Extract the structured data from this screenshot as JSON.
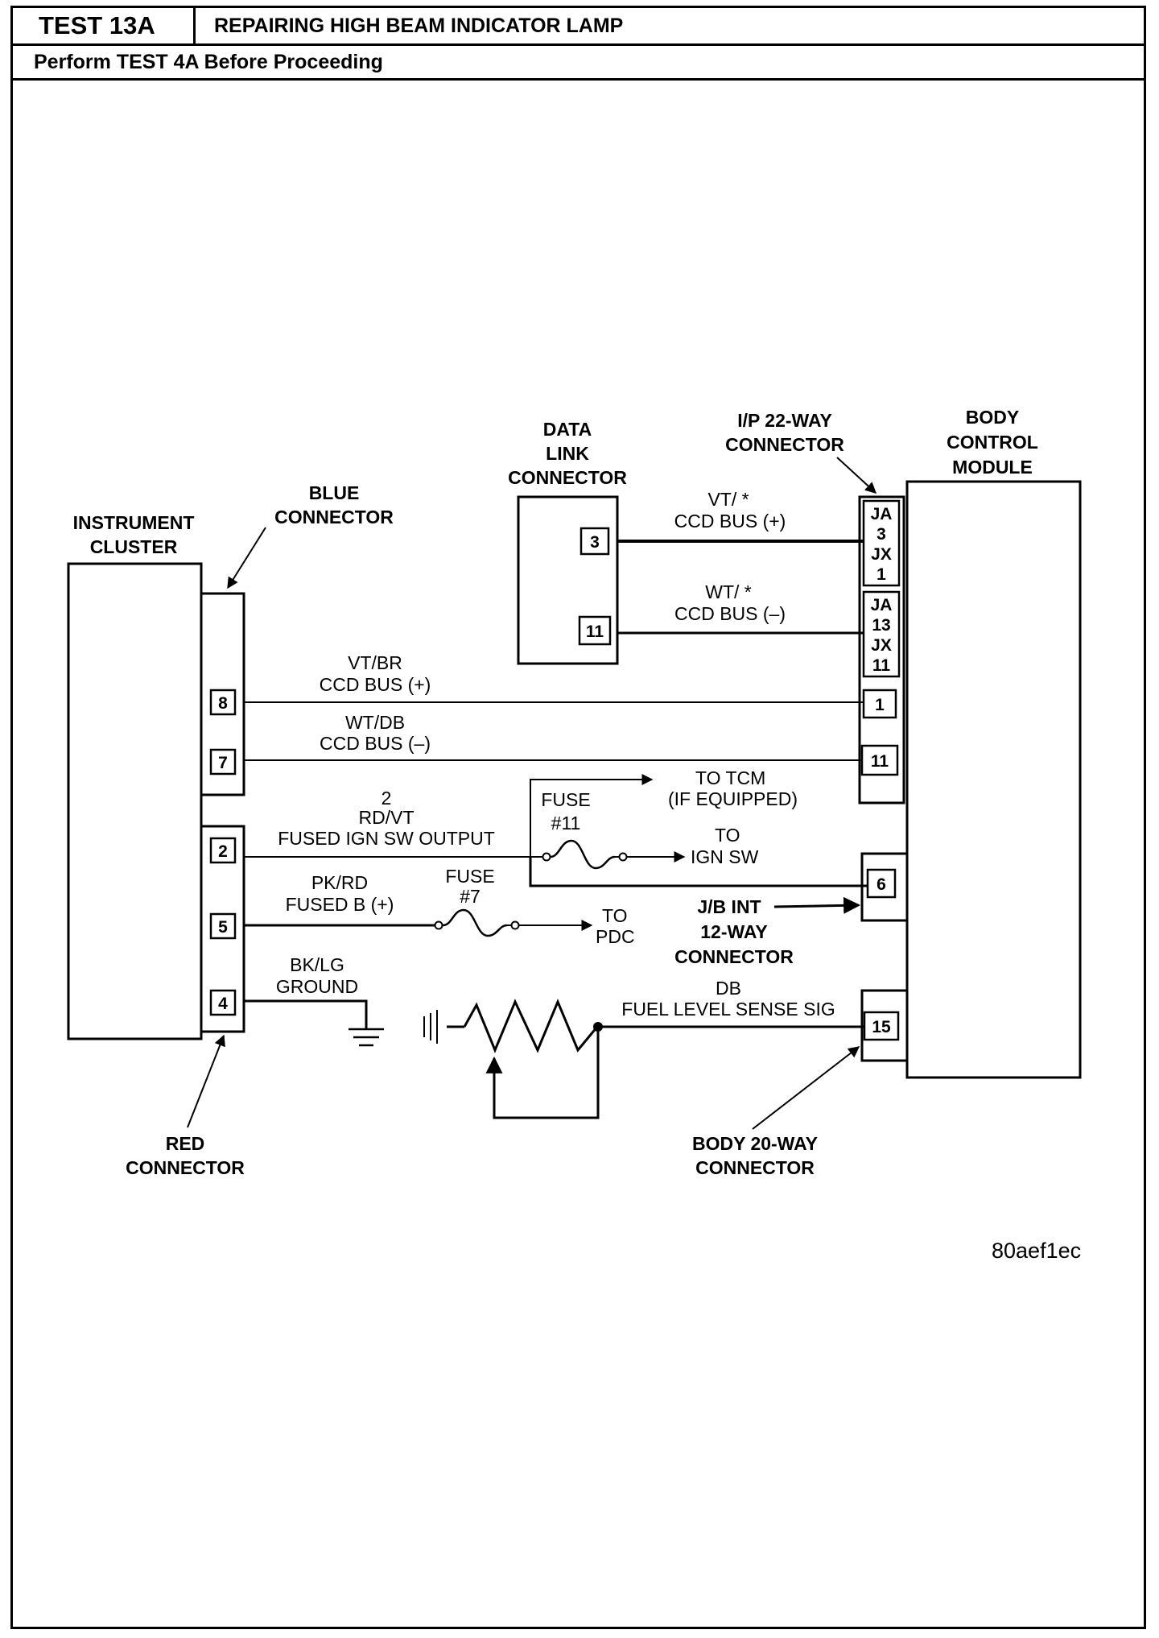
{
  "header": {
    "test_id": "TEST 13A",
    "title": "REPAIRING HIGH BEAM INDICATOR LAMP",
    "prerequisite": "Perform TEST 4A Before Proceeding"
  },
  "components": {
    "instrument_cluster": [
      "INSTRUMENT",
      "CLUSTER"
    ],
    "blue_connector": [
      "BLUE",
      "CONNECTOR"
    ],
    "red_connector": [
      "RED",
      "CONNECTOR"
    ],
    "data_link_connector": [
      "DATA",
      "LINK",
      "CONNECTOR"
    ],
    "ip_connector": [
      "I/P 22-WAY",
      "CONNECTOR"
    ],
    "body_control_module": [
      "BODY",
      "CONTROL",
      "MODULE"
    ],
    "jb_connector": [
      "J/B INT",
      "12-WAY",
      "CONNECTOR"
    ],
    "body_20way": [
      "BODY 20-WAY",
      "CONNECTOR"
    ]
  },
  "pins": {
    "cluster_8": "8",
    "cluster_7": "7",
    "cluster_2": "2",
    "cluster_5": "5",
    "cluster_4": "4",
    "dlc_3": "3",
    "dlc_11": "11",
    "ip_a": [
      "JA",
      "3",
      "JX",
      "1"
    ],
    "ip_b": [
      "JA",
      "13",
      "JX",
      "11"
    ],
    "bcm_1": "1",
    "bcm_11": "11",
    "bcm_6": "6",
    "bcm_15": "15"
  },
  "wires": {
    "vt_star": [
      "VT/ *",
      "CCD BUS (+)"
    ],
    "wt_star": [
      "WT/ *",
      "CCD BUS (–)"
    ],
    "vt_br": [
      "VT/BR",
      "CCD BUS (+)"
    ],
    "wt_db": [
      "WT/DB",
      "CCD BUS (–)"
    ],
    "rd_vt": [
      "2",
      "RD/VT",
      "FUSED IGN SW OUTPUT"
    ],
    "pk_rd": [
      "PK/RD",
      "FUSED B (+)"
    ],
    "bk_lg": [
      "BK/LG",
      "GROUND"
    ],
    "db": [
      "DB",
      "FUEL LEVEL SENSE SIG"
    ]
  },
  "fuses": {
    "fuse11": [
      "FUSE",
      "#11"
    ],
    "fuse7": [
      "FUSE",
      "#7"
    ]
  },
  "destinations": {
    "tcm": [
      "TO TCM",
      "(IF EQUIPPED)"
    ],
    "ign": [
      "TO",
      "IGN SW"
    ],
    "pdc": [
      "TO",
      "PDC"
    ]
  },
  "figure_code": "80aef1ec"
}
